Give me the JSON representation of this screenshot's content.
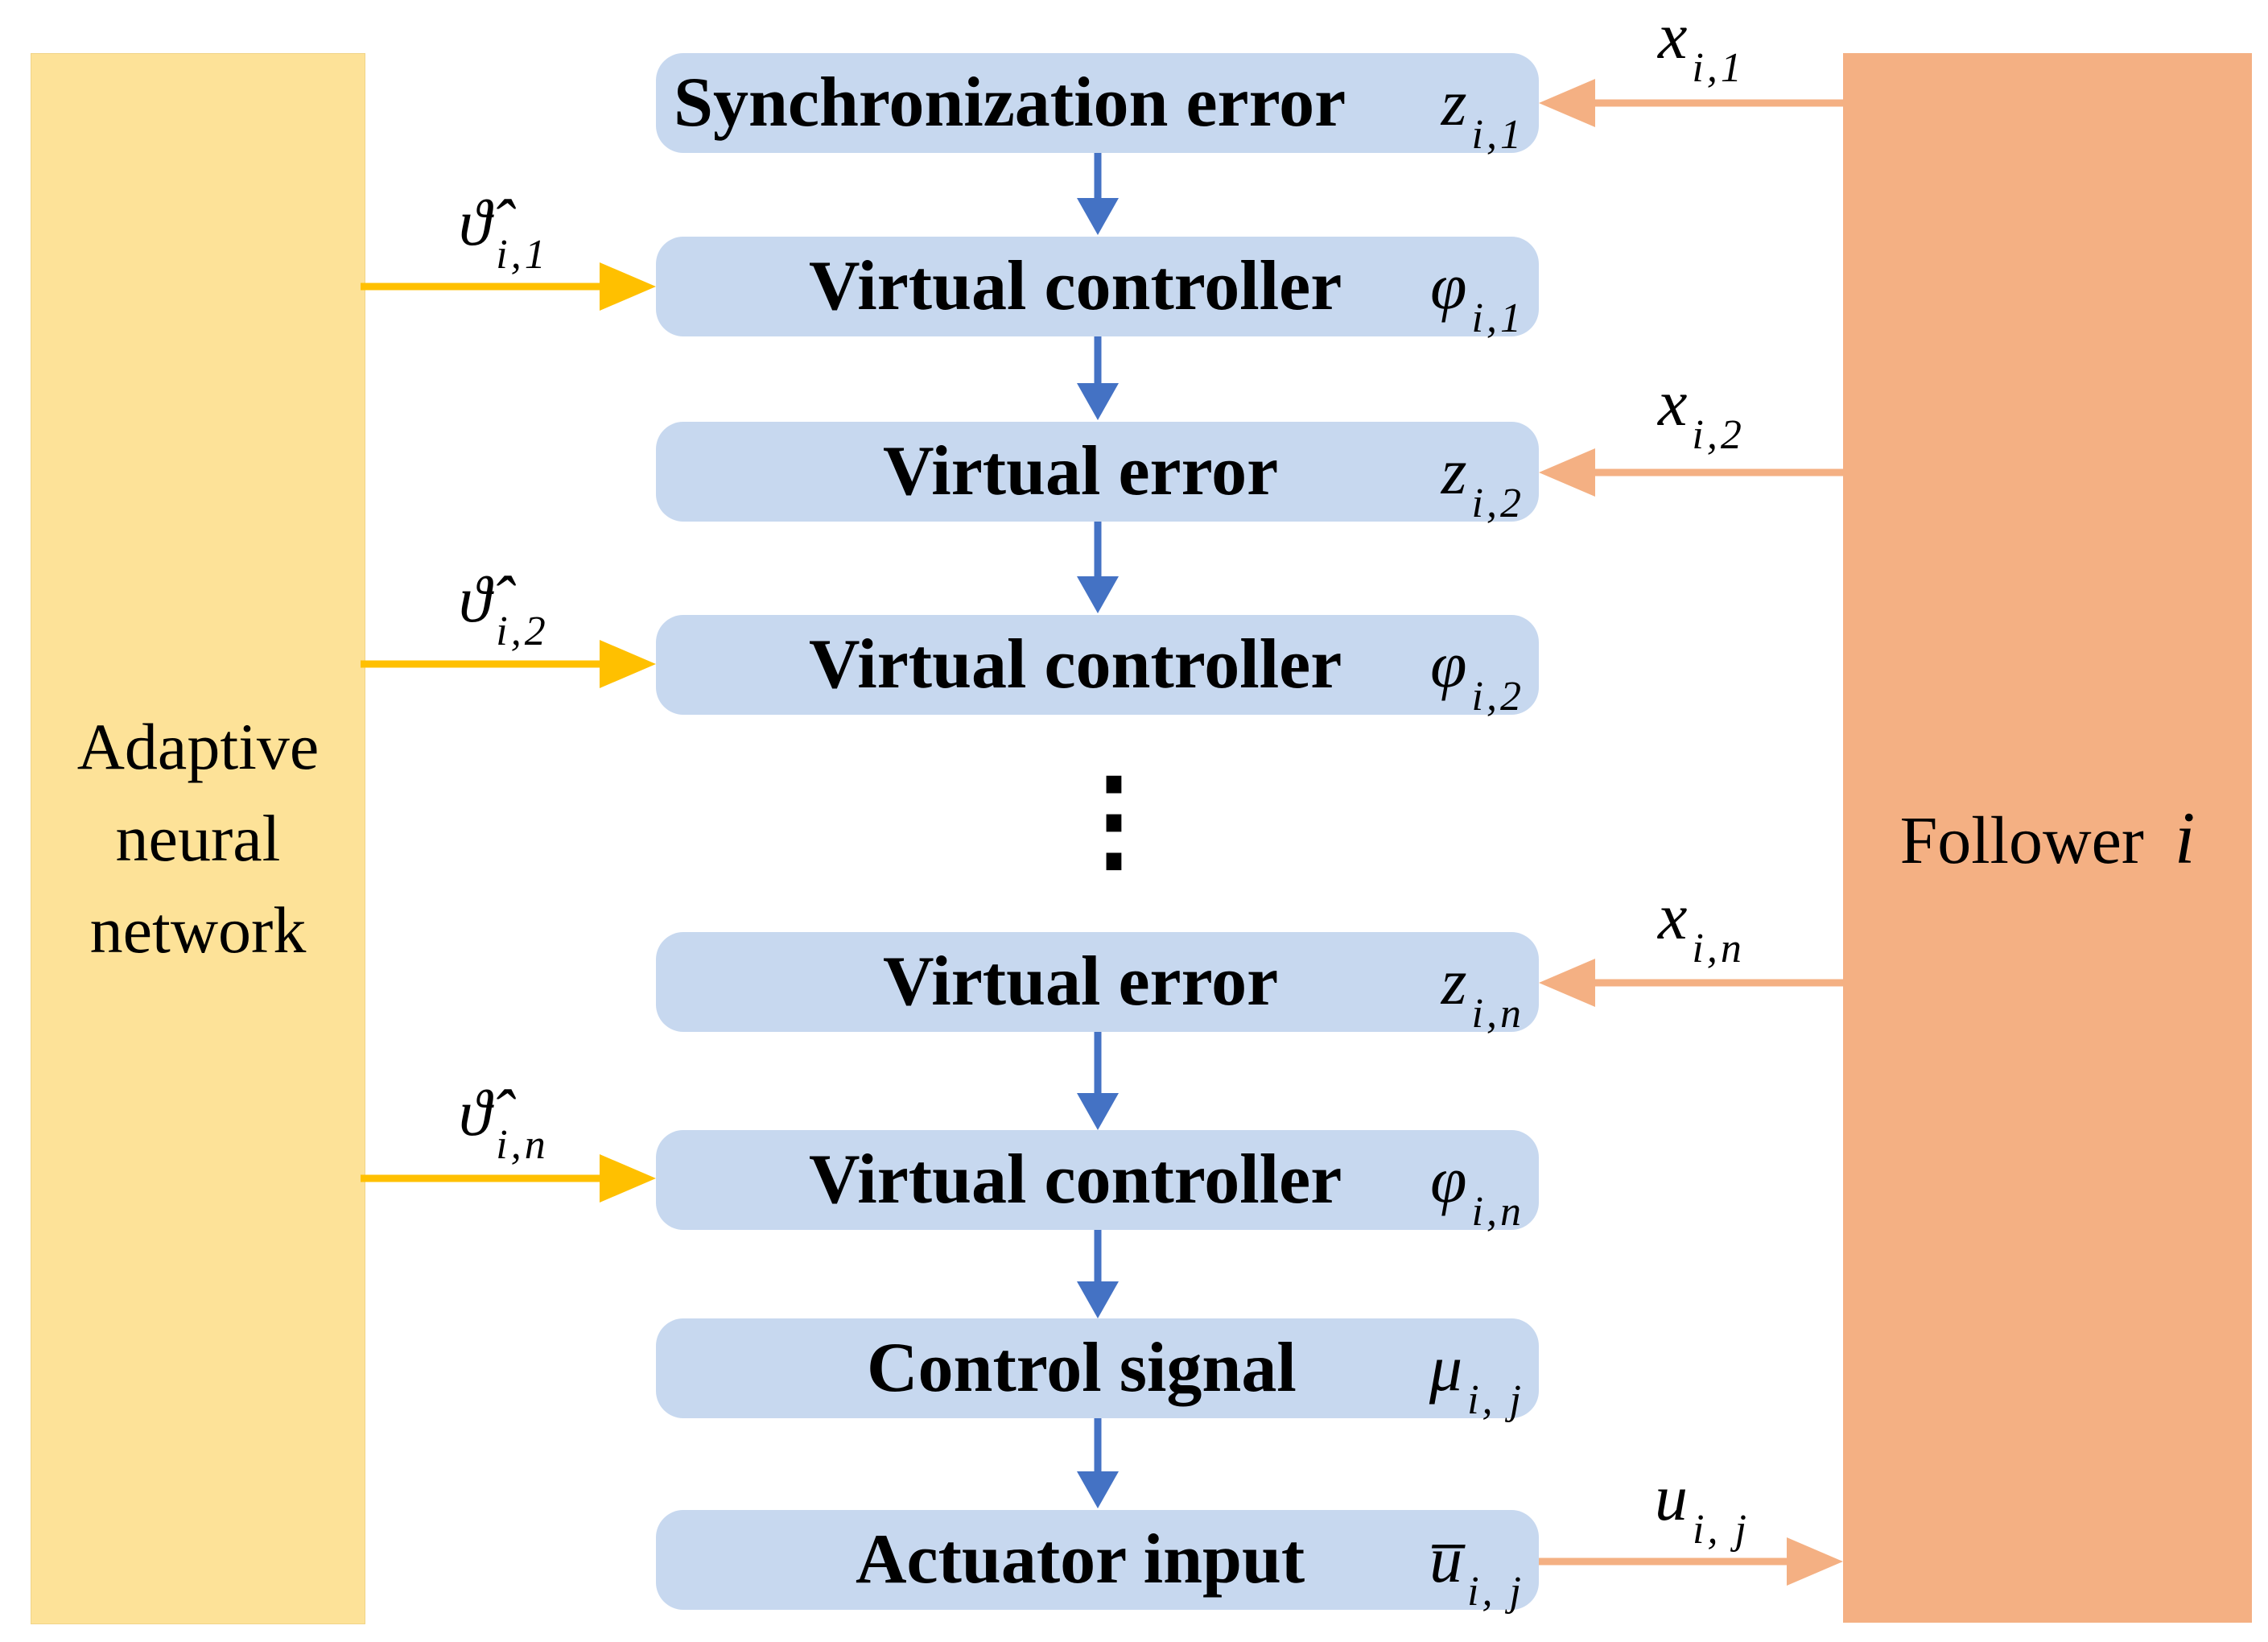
{
  "left_panel": {
    "title_lines": [
      "Adaptive",
      "neural",
      "network"
    ],
    "color": "#fde298"
  },
  "right_panel": {
    "title": "Follower",
    "symbol": "i",
    "color": "#f4b083"
  },
  "blocks": [
    {
      "label": "Synchronization error",
      "symbol": "z",
      "sub": "i,1"
    },
    {
      "label": "Virtual controller",
      "symbol": "φ",
      "sub": "i,1"
    },
    {
      "label": "Virtual error",
      "symbol": "z",
      "sub": "i,2"
    },
    {
      "label": "Virtual controller",
      "symbol": "φ",
      "sub": "i,2"
    },
    {
      "label": "Virtual error",
      "symbol": "z",
      "sub": "i,n"
    },
    {
      "label": "Virtual controller",
      "symbol": "φ",
      "sub": "i,n"
    },
    {
      "label": "Control signal",
      "symbol": "μ",
      "sub": "i, j"
    },
    {
      "label": "Actuator input",
      "symbol": "u̅",
      "sub": "i, j"
    }
  ],
  "ellipsis": "⋮",
  "nn_signals": [
    {
      "symbol": "ϑ̂",
      "sub": "i,1"
    },
    {
      "symbol": "ϑ̂",
      "sub": "i,2"
    },
    {
      "symbol": "ϑ̂",
      "sub": "i,n"
    }
  ],
  "state_signals": [
    {
      "symbol": "x",
      "sub": "i,1"
    },
    {
      "symbol": "x",
      "sub": "i,2"
    },
    {
      "symbol": "x",
      "sub": "i,n"
    }
  ],
  "output_signal": {
    "symbol": "u",
    "sub": "i, j"
  },
  "colors": {
    "block_fill": "#c7d8ef",
    "flow_arrow": "#4472c4",
    "nn_arrow": "#ffc000",
    "follower_arrow": "#f4b083"
  }
}
